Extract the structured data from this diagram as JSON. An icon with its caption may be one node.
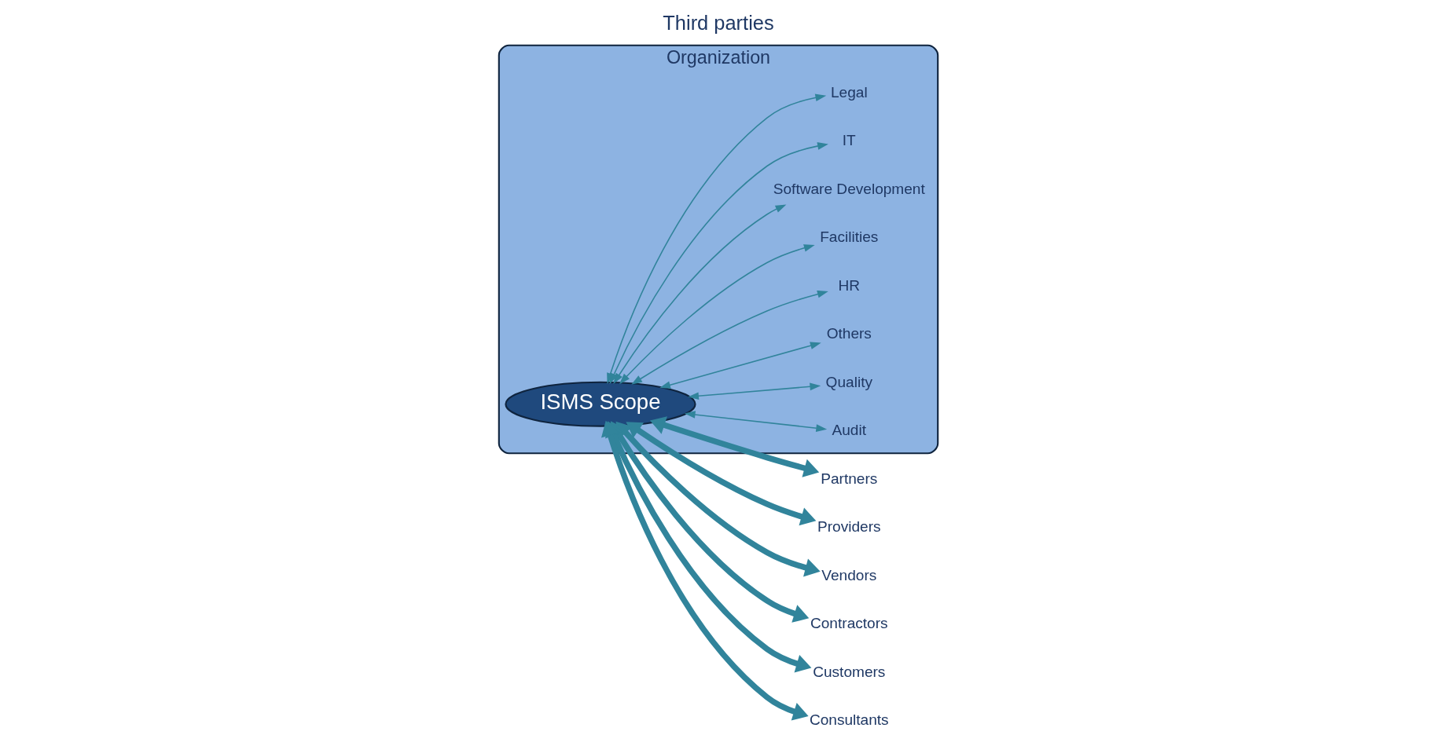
{
  "diagram": {
    "title": "Third parties",
    "nodes": [
      {
        "text": [
          "Organization"
        ]
      },
      {
        "text": [
          "ISMS Scope"
        ],
        "in": 0
      },
      {
        "text": [
          "Audit"
        ],
        "in": 0
      },
      {
        "text": [
          "Quality"
        ],
        "in": 0
      },
      {
        "text": [
          "Others"
        ],
        "in": 0
      },
      {
        "text": [
          "HR"
        ],
        "in": 0
      },
      {
        "text": [
          "Facilities"
        ],
        "in": 0
      },
      {
        "text": [
          "Software Development"
        ],
        "in": 0
      },
      {
        "text": [
          "IT"
        ],
        "in": 0
      },
      {
        "text": [
          "Legal"
        ],
        "in": 0
      },
      {
        "text": [
          "Partners"
        ]
      },
      {
        "text": [
          "Providers"
        ]
      },
      {
        "text": [
          "Vendors"
        ]
      },
      {
        "text": [
          "Contractors"
        ]
      },
      {
        "text": [
          "Customers"
        ]
      },
      {
        "text": [
          "Consultants"
        ]
      }
    ],
    "edges": [
      {
        "from": 1,
        "to": 2,
        "arrow": "both"
      },
      {
        "from": 1,
        "to": 3,
        "arrow": "both"
      },
      {
        "from": 1,
        "to": 4,
        "arrow": "both"
      },
      {
        "from": 1,
        "to": 5,
        "arrow": "both"
      },
      {
        "from": 1,
        "to": 6,
        "arrow": "both"
      },
      {
        "from": 1,
        "to": 7,
        "arrow": "both"
      },
      {
        "from": 1,
        "to": 8,
        "arrow": "both"
      },
      {
        "from": 1,
        "to": 9,
        "arrow": "both"
      },
      {
        "from": 1,
        "to": 10,
        "arrow": "both",
        "style": "thick"
      },
      {
        "from": 1,
        "to": 11,
        "arrow": "both",
        "style": "thick"
      },
      {
        "from": 1,
        "to": 12,
        "arrow": "both",
        "style": "thick"
      },
      {
        "from": 1,
        "to": 13,
        "arrow": "both",
        "style": "thick"
      },
      {
        "from": 1,
        "to": 14,
        "arrow": "both",
        "style": "thick"
      },
      {
        "from": 1,
        "to": 15,
        "arrow": "both",
        "style": "thick"
      }
    ]
  }
}
